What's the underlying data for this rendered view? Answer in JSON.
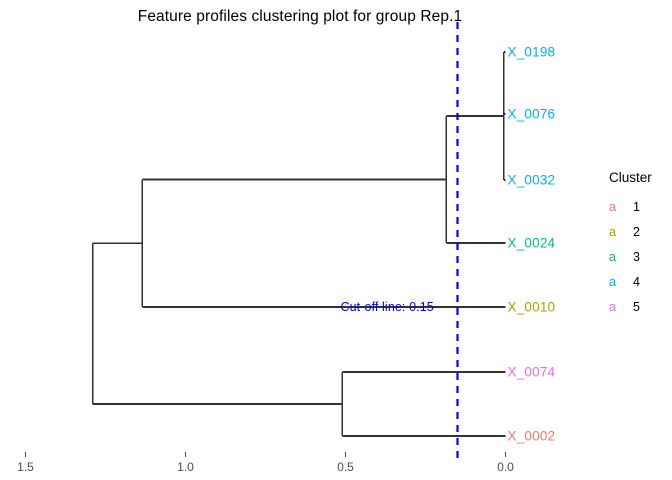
{
  "title": "Feature profiles clustering plot for group Rep.1",
  "cutoff": {
    "label": "Cut-off line: 0.15",
    "value": 0.15,
    "color": "#0000FF"
  },
  "axis": {
    "orientation": "horizontal-reversed",
    "ticks": [
      "1.5",
      "1.0",
      "0.5",
      "0.0"
    ],
    "tick_values": [
      1.5,
      1.0,
      0.5,
      0.0
    ],
    "range": [
      1.5,
      0.0
    ]
  },
  "legend": {
    "title": "Cluster",
    "key_glyph": "a",
    "items": [
      {
        "label": "1",
        "color": "#F8766D"
      },
      {
        "label": "2",
        "color": "#A3A500"
      },
      {
        "label": "3",
        "color": "#00BF7D"
      },
      {
        "label": "4",
        "color": "#00B0F6"
      },
      {
        "label": "5",
        "color": "#E76BF3"
      }
    ]
  },
  "chart_data": {
    "type": "dendrogram",
    "title": "Feature profiles clustering plot for group Rep.1",
    "xlabel": "",
    "ylabel": "",
    "xlim": [
      1.5,
      0.0
    ],
    "grid": false,
    "legend_position": "right",
    "line_color": "#333333",
    "leaves": [
      {
        "label": "X_0198",
        "cluster": 4,
        "color": "#00B0F6",
        "order": 1,
        "height": 0.0
      },
      {
        "label": "X_0076",
        "cluster": 4,
        "color": "#00B0F6",
        "order": 2,
        "height": 0.0
      },
      {
        "label": "X_0032",
        "cluster": 4,
        "color": "#00B0F6",
        "order": 3,
        "height": 0.0
      },
      {
        "label": "X_0024",
        "cluster": 3,
        "color": "#00BF7D",
        "order": 4,
        "height": 0.0
      },
      {
        "label": "X_0010",
        "cluster": 2,
        "color": "#A3A500",
        "order": 5,
        "height": 0.0
      },
      {
        "label": "X_0074",
        "cluster": 5,
        "color": "#E76BF3",
        "order": 6,
        "height": 0.0
      },
      {
        "label": "X_0002",
        "cluster": 1,
        "color": "#F8766D",
        "order": 7,
        "height": 0.0
      }
    ],
    "merges": [
      {
        "id": "n1",
        "height": 0.005,
        "members": [
          "X_0198",
          "X_0076",
          "X_0032"
        ]
      },
      {
        "id": "n2",
        "height": 0.185,
        "members": [
          "n1",
          "X_0024"
        ]
      },
      {
        "id": "n3",
        "height": 1.135,
        "members": [
          "n2",
          "X_0010"
        ]
      },
      {
        "id": "n4",
        "height": 0.51,
        "members": [
          "X_0074",
          "X_0002"
        ]
      },
      {
        "id": "n5",
        "height": 1.29,
        "members": [
          "n3",
          "n4"
        ]
      }
    ],
    "cutoff_line": 0.15,
    "n_clusters": 5
  }
}
